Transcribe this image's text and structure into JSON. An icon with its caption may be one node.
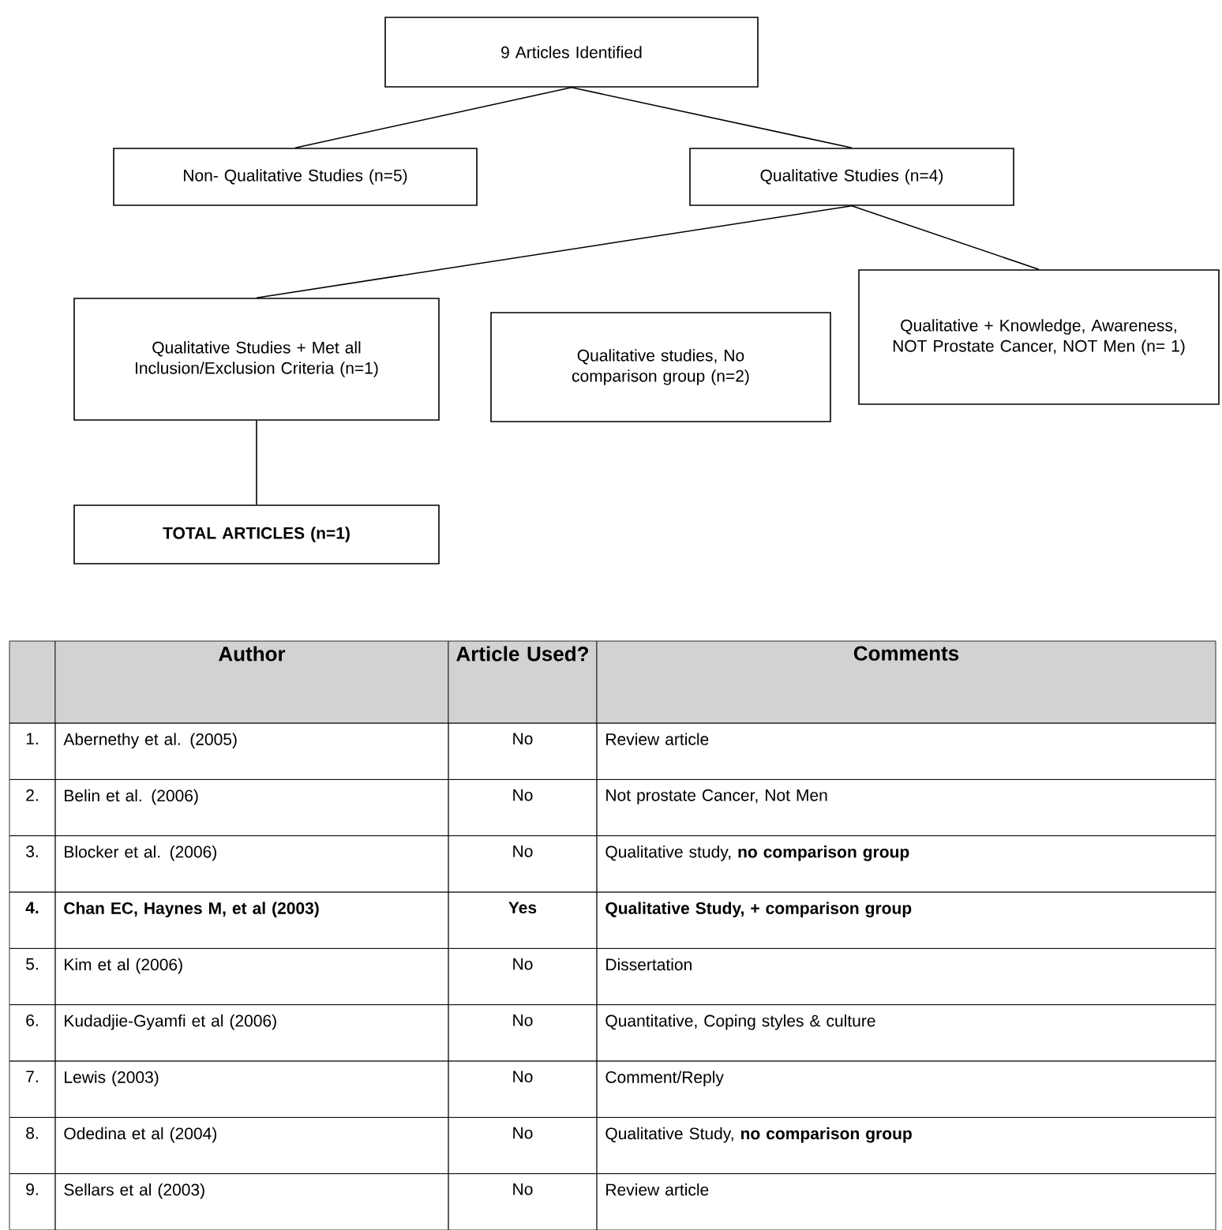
{
  "diagram": {
    "nodes": [
      {
        "text": [
          "9 Articles Identified"
        ]
      },
      {
        "text": [
          "Non- Qualitative Studies (n=5)"
        ]
      },
      {
        "text": [
          "Qualitative Studies (n=4)"
        ]
      },
      {
        "text": [
          "Qualitative Studies + Met all Inclusion/Exclusion Criteria (n=1)"
        ]
      },
      {
        "text": [
          "Qualitative studies, No comparison group (n=2)"
        ]
      },
      {
        "text": [
          "Qualitative + Knowledge, Awareness, NOT Prostate Cancer, NOT Men (n= 1)"
        ]
      },
      {
        "text": [
          "TOTAL ARTICLES (n=1)"
        ]
      }
    ],
    "edges": [
      {
        "from": 0,
        "to": 1,
        "arrow": "none"
      },
      {
        "from": 0,
        "to": 2,
        "arrow": "none"
      },
      {
        "from": 2,
        "to": 3,
        "arrow": "none"
      },
      {
        "from": 2,
        "to": 5,
        "arrow": "none"
      },
      {
        "from": 3,
        "to": 6,
        "arrow": "none"
      }
    ],
    "labels": [
      "Author",
      "Article Used?",
      "Comments",
      "1.",
      "Abernethy et al. (2005)",
      "No",
      "Review article",
      "2.",
      "Belin et al. (2006)",
      "No",
      "Not prostate Cancer, Not Men",
      "3.",
      "Blocker et al. (2006)",
      "No",
      "Qualitative study, **no comparison group**",
      "4.",
      "Chan EC, Haynes M, et al (2003)",
      "Yes",
      "Qualitative Study, + comparison group",
      "5.",
      "Kim et al (2006)",
      "No",
      "Dissertation",
      "6.",
      "Kudadjie-Gyamfi et al (2006)",
      "No",
      "Quantitative, Coping styles & culture",
      "7.",
      "Lewis (2003)",
      "No",
      "Comment/Reply",
      "8.",
      "Odedina et al (2004)",
      "No",
      "Qualitative Study, **no comparison group**",
      "9.",
      "Sellars et al (2003)",
      "No",
      "Review article"
    ]
  }
}
